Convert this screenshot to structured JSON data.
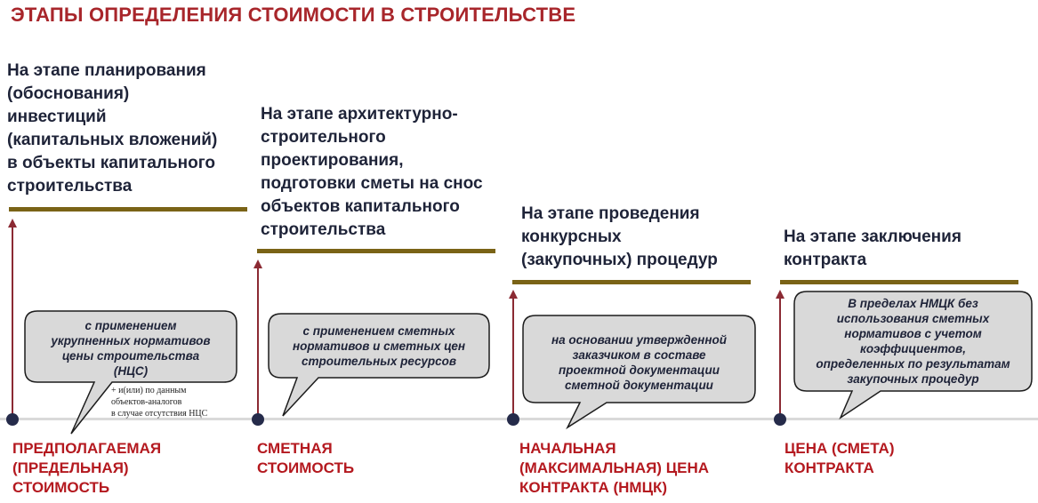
{
  "title": "ЭТАПЫ ОПРЕДЕЛЕНИЯ СТОИМОСТИ В СТРОИТЕЛЬСТВЕ",
  "stages": [
    {
      "heading": "На этапе планирования\n(обоснования)\nинвестиций\n(капитальных вложений)\nв объекты капитального\nстроительства",
      "bubble": "с применением\nукрупненных нормативов\nцены строительства\n(НЦС)",
      "note": "+ и(или) по данным\nобъектов-аналогов\nв случае отсутствия НЦС",
      "cost_label": "ПРЕДПОЛАГАЕМАЯ\n(ПРЕДЕЛЬНАЯ)\nСТОИМОСТЬ"
    },
    {
      "heading": "На этапе архитектурно-\nстроительного\nпроектирования,\nподготовки сметы на снос\nобъектов капитального\nстроительства",
      "bubble": "с применением сметных\nнормативов и сметных цен\nстроительных ресурсов",
      "cost_label": "СМЕТНАЯ\nСТОИМОСТЬ"
    },
    {
      "heading": "На этапе проведения\nконкурсных\n(закупочных) процедур",
      "bubble": "на основании утвержденной\nзаказчиком в составе\nпроектной документации\nсметной документации",
      "cost_label": "НАЧАЛЬНАЯ\n(МАКСИМАЛЬНАЯ) ЦЕНА\nКОНТРАКТА (НМЦК)"
    },
    {
      "heading": "На этапе заключения\nконтракта",
      "bubble": "В пределах НМЦК без\nиспользования сметных\nнормативов с учетом\nкоэффициентов,\nопределенных по результатам\nзакупочных процедур",
      "cost_label": "ЦЕНА (СМЕТА)\nКОНТРАКТА"
    }
  ],
  "colors": {
    "title": "#a8262b",
    "heading": "#1e2338",
    "olive_bar": "#7a6316",
    "vertical_line": "#8b2a33",
    "dot": "#252b4a",
    "timeline": "#d9d9d9",
    "bubble_fill": "#d9d9d9",
    "bubble_stroke": "#1c1c1c",
    "cost_label": "#b4191f"
  }
}
